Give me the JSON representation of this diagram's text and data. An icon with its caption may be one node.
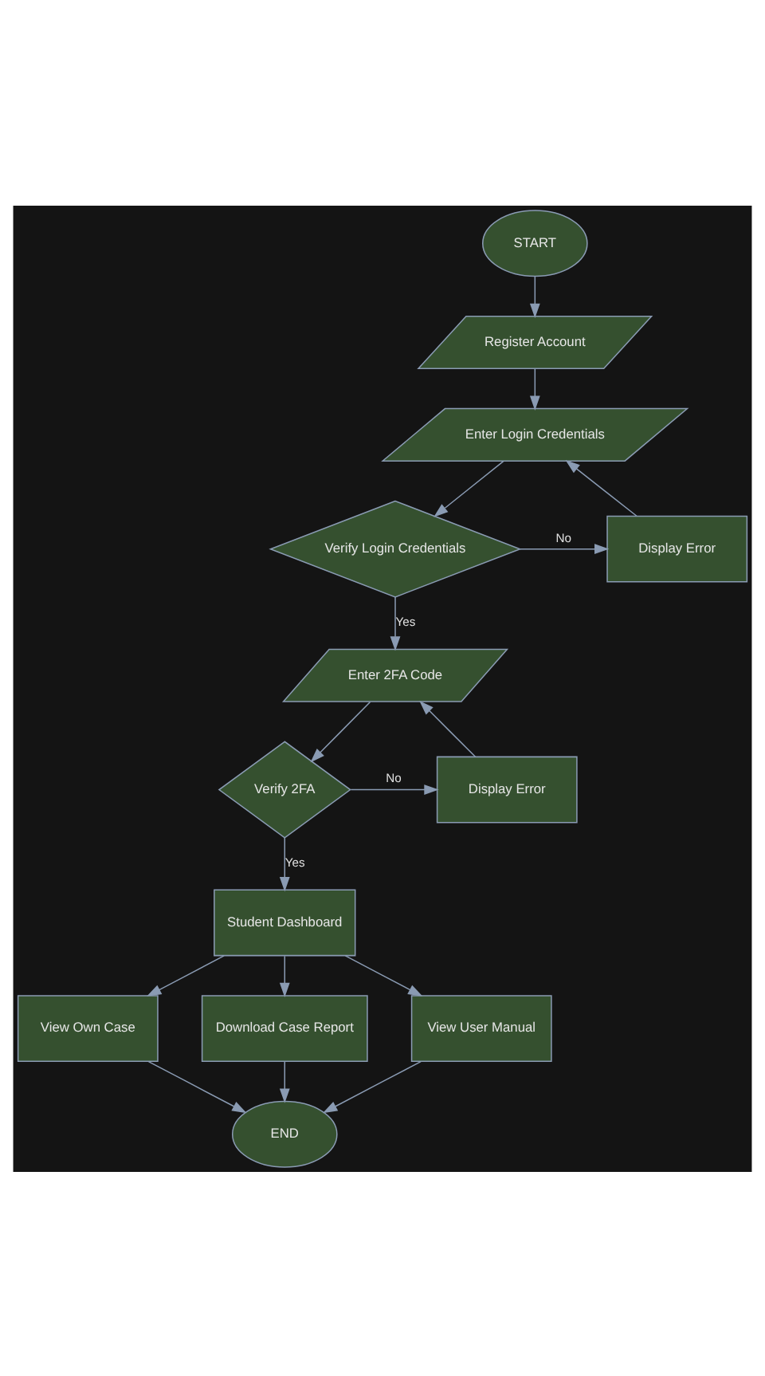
{
  "diagram": {
    "nodes": [
      {
        "text": [
          "START"
        ]
      },
      {
        "text": [
          "Register Account"
        ]
      },
      {
        "text": [
          "Enter Login Credentials"
        ]
      },
      {
        "text": [
          "Verify Login Credentials"
        ]
      },
      {
        "text": [
          "Display Error"
        ]
      },
      {
        "text": [
          "Enter 2FA Code"
        ]
      },
      {
        "text": [
          "Verify 2FA"
        ]
      },
      {
        "text": [
          "Display Error"
        ]
      },
      {
        "text": [
          "Student Dashboard"
        ]
      },
      {
        "text": [
          "View Own Case"
        ]
      },
      {
        "text": [
          "Download Case Report"
        ]
      },
      {
        "text": [
          "View User Manual"
        ]
      },
      {
        "text": [
          "END"
        ]
      }
    ],
    "edges": [
      {
        "from": 0,
        "to": 1,
        "arrow": "to"
      },
      {
        "from": 1,
        "to": 2,
        "arrow": "to"
      },
      {
        "from": 2,
        "to": 3,
        "arrow": "to"
      },
      {
        "from": 3,
        "to": 4,
        "arrow": "to",
        "label": "No"
      },
      {
        "from": 4,
        "to": 2,
        "arrow": "to"
      },
      {
        "from": 3,
        "to": 5,
        "arrow": "to",
        "label": "Yes"
      },
      {
        "from": 5,
        "to": 6,
        "arrow": "to"
      },
      {
        "from": 6,
        "to": 7,
        "arrow": "to",
        "label": "No"
      },
      {
        "from": 7,
        "to": 5,
        "arrow": "to"
      },
      {
        "from": 6,
        "to": 8,
        "arrow": "to",
        "label": "Yes"
      },
      {
        "from": 8,
        "to": 9,
        "arrow": "to"
      },
      {
        "from": 8,
        "to": 10,
        "arrow": "to"
      },
      {
        "from": 8,
        "to": 11,
        "arrow": "to"
      },
      {
        "from": 9,
        "to": 12,
        "arrow": "to"
      },
      {
        "from": 10,
        "to": 12,
        "arrow": "to"
      },
      {
        "from": 11,
        "to": 12,
        "arrow": "to"
      }
    ]
  }
}
